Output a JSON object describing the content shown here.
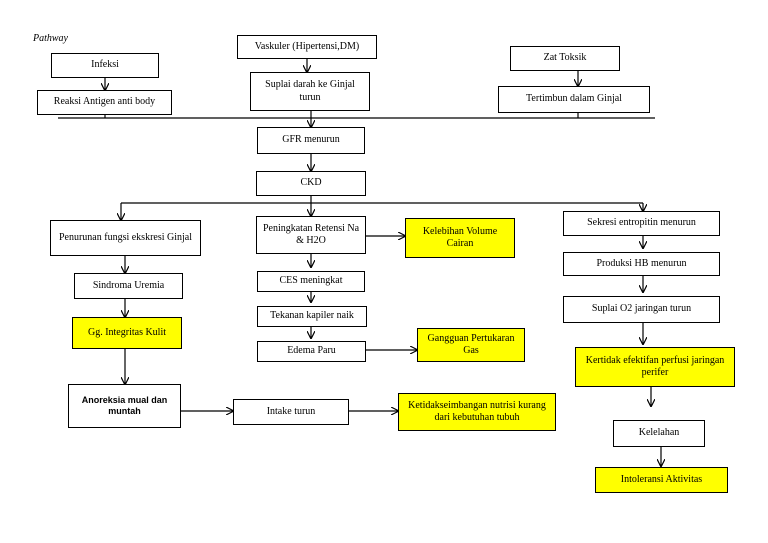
{
  "title": "Pathway",
  "nodes": {
    "infeksi": "Infeksi",
    "reaksi": "Reaksi Antigen anti body",
    "vaskuler": "Vaskuler (Hipertensi,DM)",
    "suplai_darah": "Suplai darah ke Ginjal turun",
    "zat_toksik": "Zat Toksik",
    "tertimbun": "Tertimbun dalam Ginjal",
    "gfr": "GFR menurun",
    "ckd": "CKD",
    "penurunan": "Penurunan fungsi ekskresi Ginjal",
    "sindroma": "Sindroma Uremia",
    "integritas": "Gg. Integritas Kulit",
    "anoreksia": "Anoreksia mual dan muntah",
    "intake": "Intake turun",
    "ketidakseimbangan": "Ketidakseimbangan nutrisi kurang dari kebutuhan tubuh",
    "peningkatan": "Peningkatan Retensi Na & H2O",
    "kelebihan": "Kelebihan Volume Cairan",
    "ces": "CES meningkat",
    "tekanan": "Tekanan kapiler naik",
    "edema": "Edema Paru",
    "gangguan_gas": "Gangguan Pertukaran Gas",
    "sekresi": "Sekresi entropitin menurun",
    "produksi_hb": "Produksi HB menurun",
    "suplai_o2": "Suplai O2 jaringan turun",
    "perfusi": "Kertidak efektifan perfusi jaringan perifer",
    "kelelahan": "Kelelahan",
    "intoleransi": "Intoleransi Aktivitas"
  },
  "colors": {
    "highlight": "#ffff00",
    "line": "#000000"
  }
}
